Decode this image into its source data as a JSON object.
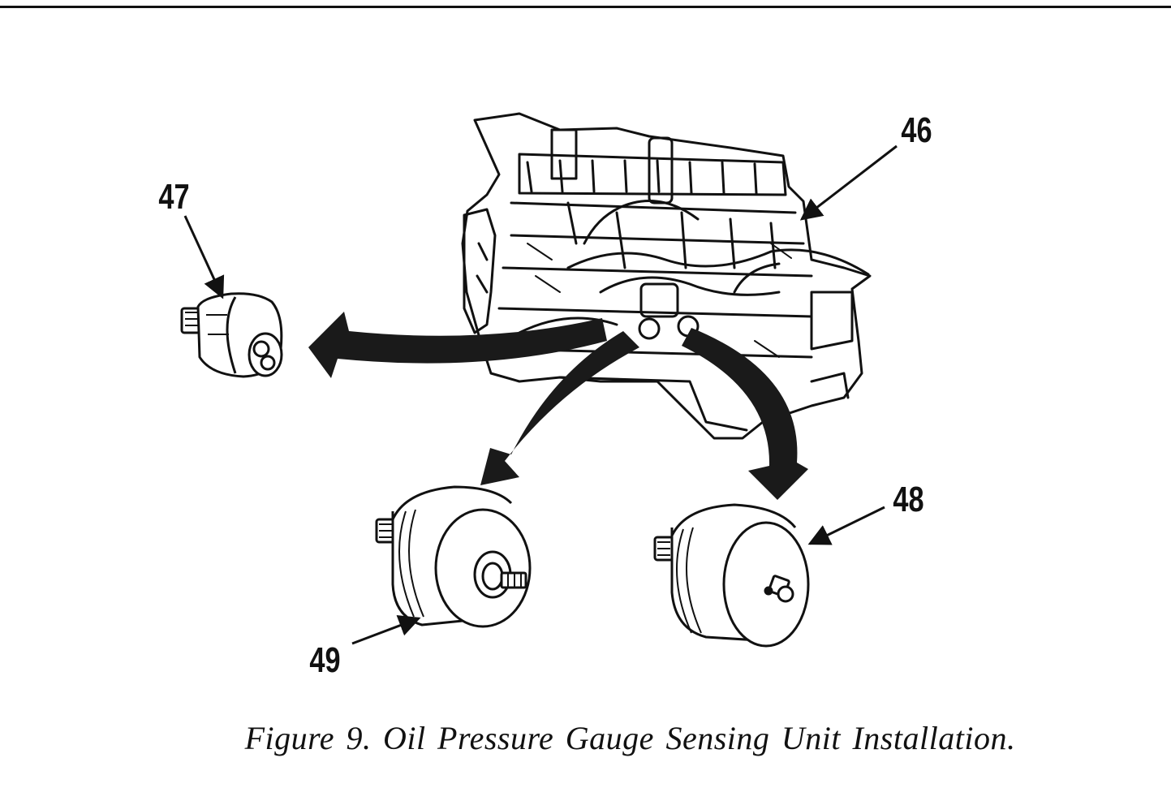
{
  "figure": {
    "caption": "Figure 9.  Oil Pressure Gauge Sensing Unit Installation.",
    "callouts": {
      "c46": "46",
      "c47": "47",
      "c48": "48",
      "c49": "49"
    }
  },
  "colors": {
    "ink": "#111111",
    "paper": "#ffffff"
  }
}
